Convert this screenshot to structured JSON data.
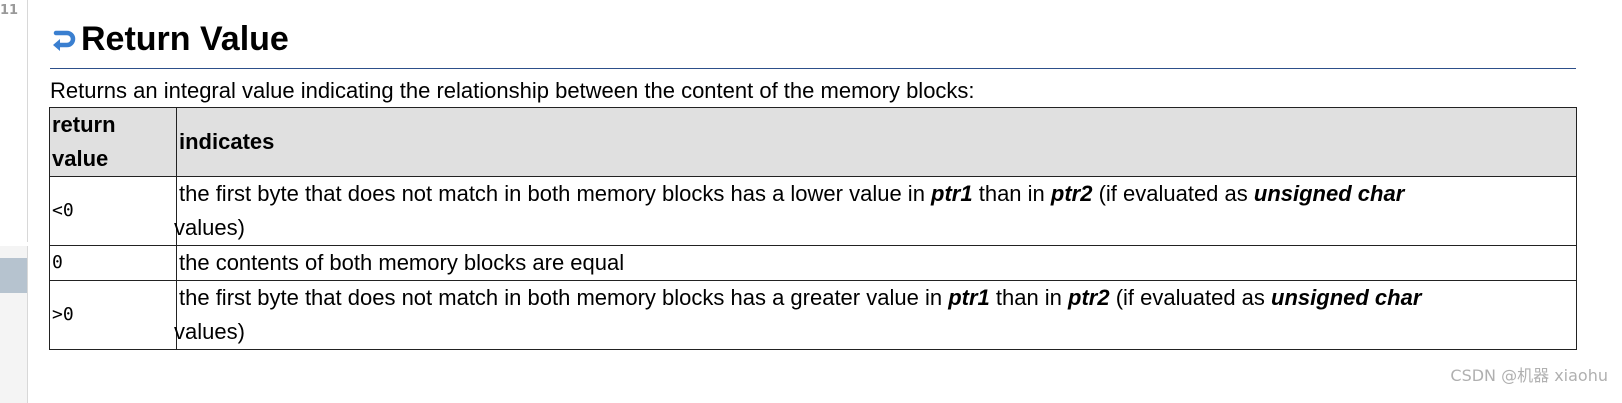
{
  "gutter": {
    "line_number": "11"
  },
  "heading": {
    "icon": "return-arrow-icon",
    "title": "Return Value",
    "accent_color": "#2d4f8a"
  },
  "intro": "Returns an integral value indicating the relationship between the content of the memory blocks:",
  "table": {
    "headers": [
      "return value",
      "indicates"
    ],
    "rows": [
      {
        "value": "<0",
        "parts": [
          "the first byte that does not match in both memory blocks has a lower value in ",
          "ptr1",
          " than in ",
          "ptr2",
          " (if evaluated as ",
          "unsigned char",
          " values)"
        ]
      },
      {
        "value": "0",
        "parts": [
          "the contents of both memory blocks are equal"
        ]
      },
      {
        "value": ">0",
        "parts": [
          "the first byte that does not match in both memory blocks has a greater value in ",
          "ptr1",
          " than in ",
          "ptr2",
          " (if evaluated as ",
          "unsigned char",
          " values)"
        ]
      }
    ]
  },
  "watermark": "CSDN @机器 xiaohu"
}
